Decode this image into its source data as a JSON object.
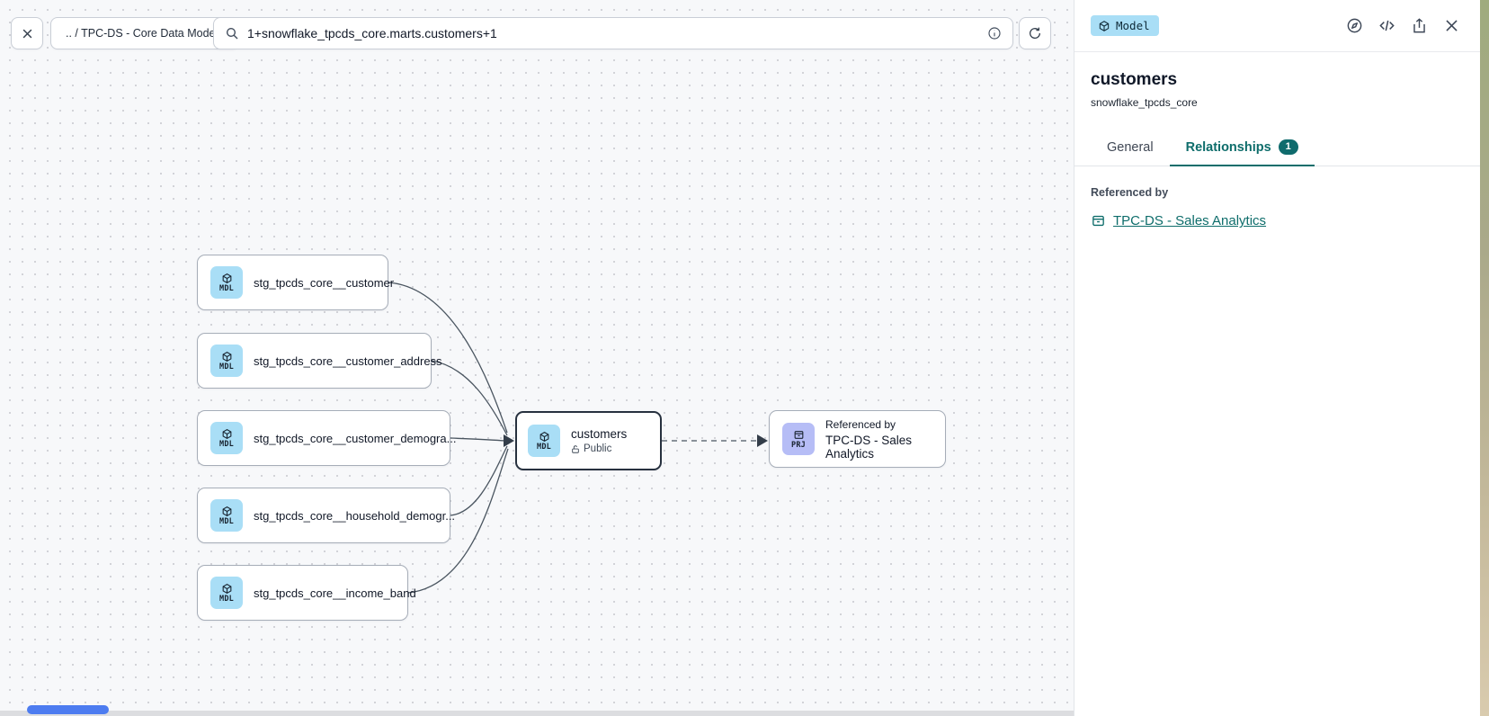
{
  "toolbar": {
    "breadcrumb": ".. / TPC-DS - Core Data Models",
    "search": {
      "value": "1+snowflake_tpcds_core.marts.customers+1"
    }
  },
  "canvas": {
    "upstream_nodes": [
      {
        "type": "MDL",
        "label": "stg_tpcds_core__customer"
      },
      {
        "type": "MDL",
        "label": "stg_tpcds_core__customer_address"
      },
      {
        "type": "MDL",
        "label": "stg_tpcds_core__customer_demogra..."
      },
      {
        "type": "MDL",
        "label": "stg_tpcds_core__household_demogr..."
      },
      {
        "type": "MDL",
        "label": "stg_tpcds_core__income_band"
      }
    ],
    "selected_node": {
      "type": "MDL",
      "label": "customers",
      "visibility": "Public"
    },
    "downstream_node": {
      "type": "PRJ",
      "title": "Referenced by",
      "label": "TPC-DS - Sales Analytics"
    }
  },
  "panel": {
    "type_badge": "Model",
    "title": "customers",
    "subtitle": "snowflake_tpcds_core",
    "tabs": {
      "general": "General",
      "relationships": "Relationships",
      "relationships_count": "1"
    },
    "referenced_by": {
      "heading": "Referenced by",
      "link": "TPC-DS - Sales Analytics"
    }
  },
  "colors": {
    "accent_teal": "#0e6d6b",
    "model_tile": "#a9def6",
    "project_tile": "#b6bdf6",
    "scroll_thumb": "#4d7cf0",
    "canvas_bg": "#f7f8fa"
  }
}
